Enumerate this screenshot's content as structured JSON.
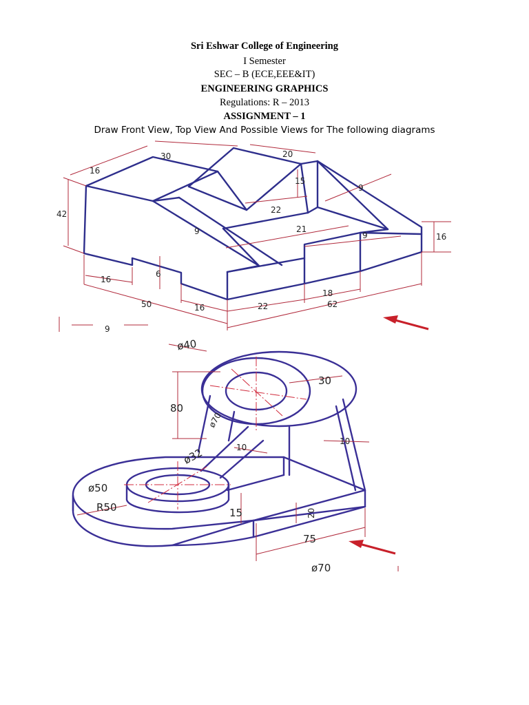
{
  "header": {
    "college": "Sri Eshwar College of Engineering",
    "semester": "I Semester",
    "section": "SEC – B (ECE,EEE&IT)",
    "subject": "ENGINEERING GRAPHICS",
    "regulations": "Regulations: R – 2013",
    "assignment": "ASSIGNMENT – 1",
    "instruction": "Draw Front View, Top View And Possible Views for The following diagrams"
  },
  "figure1": {
    "dims": {
      "d30": "30",
      "d20": "20",
      "d16_top": "16",
      "d15": "15",
      "d9_right": "9",
      "d42": "42",
      "d22_mid": "22",
      "d9_slope": "9",
      "d21": "21",
      "d9_step": "9",
      "d16_right": "16",
      "d16_left": "16",
      "d6": "6",
      "d50": "50",
      "d16_bottom": "16",
      "d22_bottom": "22",
      "d18": "18",
      "d62": "62",
      "d9_corner": "9"
    }
  },
  "figure2": {
    "dims": {
      "dia40": "ø40",
      "d30": "30",
      "d80": "80",
      "dia70": "ø70",
      "d10_rib": "10",
      "d10_right": "10",
      "dia32": "ø32",
      "dia50": "ø50",
      "r50": "R50",
      "d15": "15",
      "d20": "20",
      "d75": "75",
      "dia70_bottom": "ø70"
    }
  },
  "colors": {
    "outline": "#2e2e8c",
    "dimension": "#b0283a",
    "arrow": "#c8202a"
  }
}
